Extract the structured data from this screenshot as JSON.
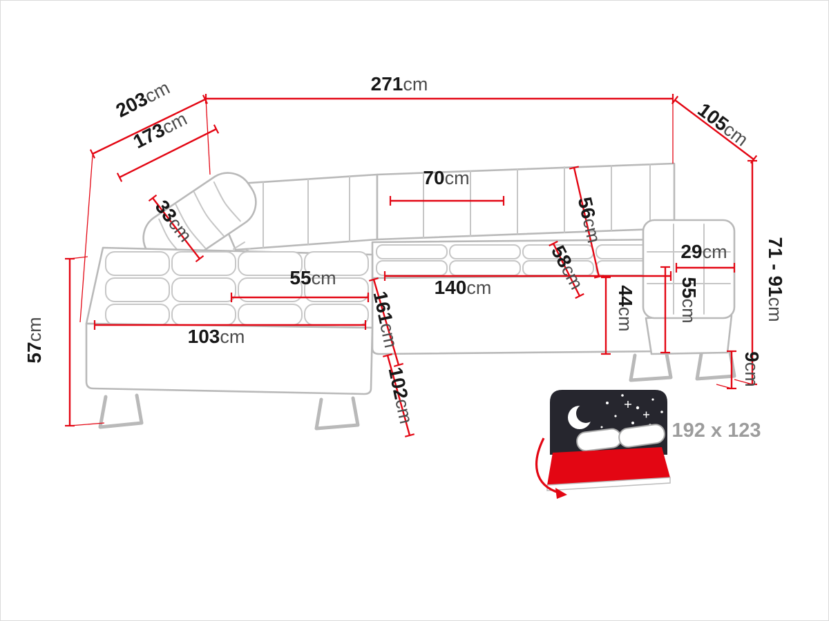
{
  "dimensions": {
    "total_width": {
      "value": "271",
      "unit": "cm"
    },
    "left_depth_outer": {
      "value": "203",
      "unit": "cm"
    },
    "left_depth_inner": {
      "value": "173",
      "unit": "cm"
    },
    "right_depth": {
      "value": "105",
      "unit": "cm"
    },
    "headrest_width": {
      "value": "33",
      "unit": "cm"
    },
    "back_cushion_width": {
      "value": "70",
      "unit": "cm"
    },
    "backrest_height": {
      "value": "56",
      "unit": "cm"
    },
    "seat_depth": {
      "value": "58",
      "unit": "cm"
    },
    "armrest_width": {
      "value": "29",
      "unit": "cm"
    },
    "total_height_range": {
      "value": "71 - 91",
      "unit": "cm"
    },
    "chaise_cushion_depth": {
      "value": "55",
      "unit": "cm"
    },
    "seat_front_width": {
      "value": "140",
      "unit": "cm"
    },
    "seat_height": {
      "value": "44",
      "unit": "cm"
    },
    "armrest_height": {
      "value": "55",
      "unit": "cm"
    },
    "leg_height": {
      "value": "9",
      "unit": "cm"
    },
    "chaise_front_width": {
      "value": "103",
      "unit": "cm"
    },
    "chaise_total_length": {
      "value": "161",
      "unit": "cm"
    },
    "left_seat_height": {
      "value": "57",
      "unit": "cm"
    },
    "front_total_height": {
      "value": "102",
      "unit": "cm"
    }
  },
  "sleeping_area": {
    "size": "192 x 123"
  },
  "colors": {
    "dimension_line": "#e30613",
    "sofa_outline": "#b9b9b9",
    "label_number": "#171717",
    "label_unit": "#4c4c4c",
    "sleeping_label": "#9c9c9c",
    "night_sky": "#26262e"
  },
  "icons": [
    {
      "name": "moon-icon"
    },
    {
      "name": "stars-icon"
    },
    {
      "name": "fold-out-bed-icon"
    },
    {
      "name": "fold-out-arrow-icon"
    }
  ]
}
